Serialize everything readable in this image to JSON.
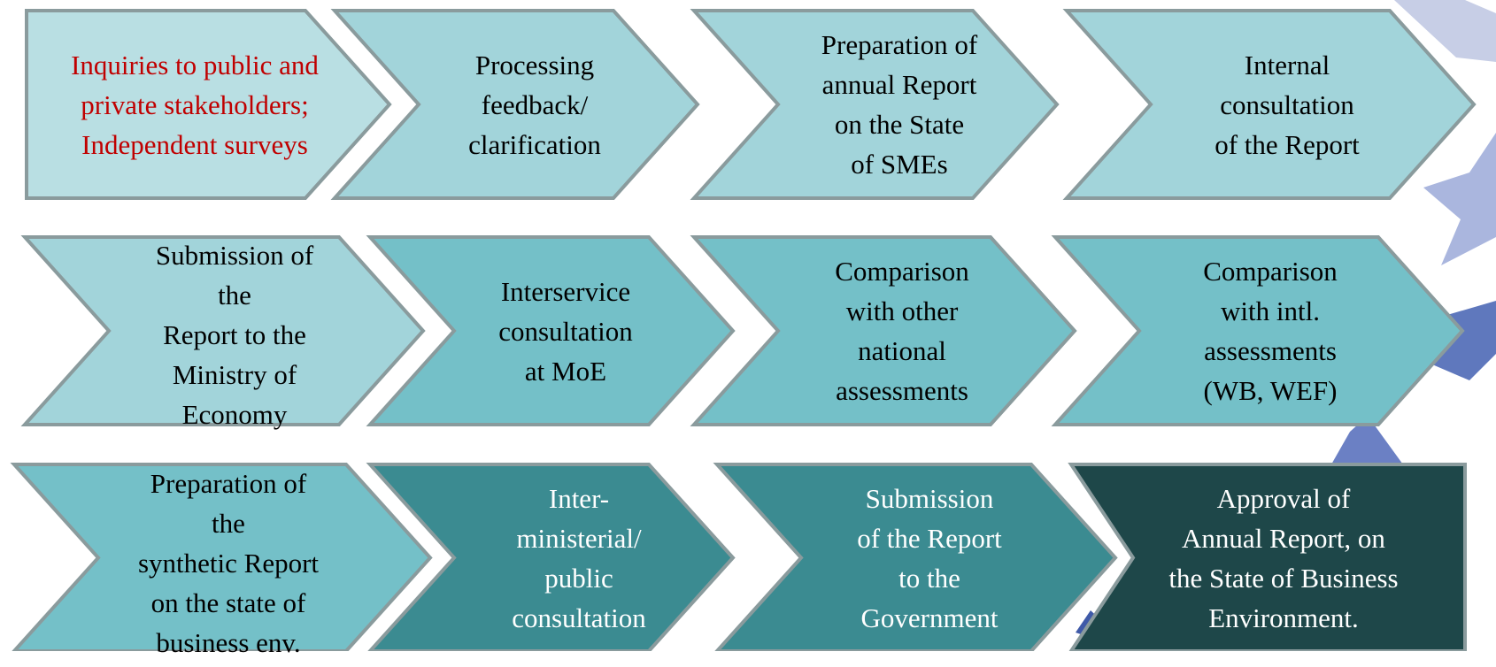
{
  "steps": [
    {
      "text": "Inquiries to public and\nprivate stakeholders;\nIndependent surveys",
      "fill": "#b9dfe3",
      "text_color": "#c00000"
    },
    {
      "text": "Processing\nfeedback/\nclarification",
      "fill": "#a2d4da",
      "text_color": "#000000"
    },
    {
      "text": "Preparation of\nannual Report\non the State\nof SMEs",
      "fill": "#a2d4da",
      "text_color": "#000000"
    },
    {
      "text": "Internal\nconsultation\nof the Report",
      "fill": "#a2d4da",
      "text_color": "#000000"
    },
    {
      "text": "Submission of\nthe\nReport to the\nMinistry of\nEconomy",
      "fill": "#a2d4da",
      "text_color": "#000000"
    },
    {
      "text": "Interservice\nconsultation\nat MoE",
      "fill": "#74c0c8",
      "text_color": "#000000"
    },
    {
      "text": "Comparison\nwith other\nnational\nassessments",
      "fill": "#74c0c8",
      "text_color": "#000000"
    },
    {
      "text": "Comparison\nwith intl.\nassessments\n(WB, WEF)",
      "fill": "#74c0c8",
      "text_color": "#000000"
    },
    {
      "text": "Preparation of\nthe\nsynthetic Report\non the state of\nbusiness env.",
      "fill": "#74c0c8",
      "text_color": "#000000"
    },
    {
      "text": "Inter-\nministerial/\npublic\nconsultation",
      "fill": "#3b8b91",
      "text_color": "#ffffff"
    },
    {
      "text": "Submission\nof the Report\nto the\nGovernment",
      "fill": "#3b8b91",
      "text_color": "#ffffff"
    },
    {
      "text": "Approval of\nAnnual Report, on\nthe State of Business\nEnvironment.",
      "fill": "#1e4749",
      "text_color": "#ffffff"
    }
  ],
  "colors": {
    "border": "#8a9b9d",
    "star_light": "#c7cee6",
    "star_mid": "#8c9ccf",
    "star_dark": "#3f5aa8"
  },
  "icons": [
    "star-icon"
  ]
}
